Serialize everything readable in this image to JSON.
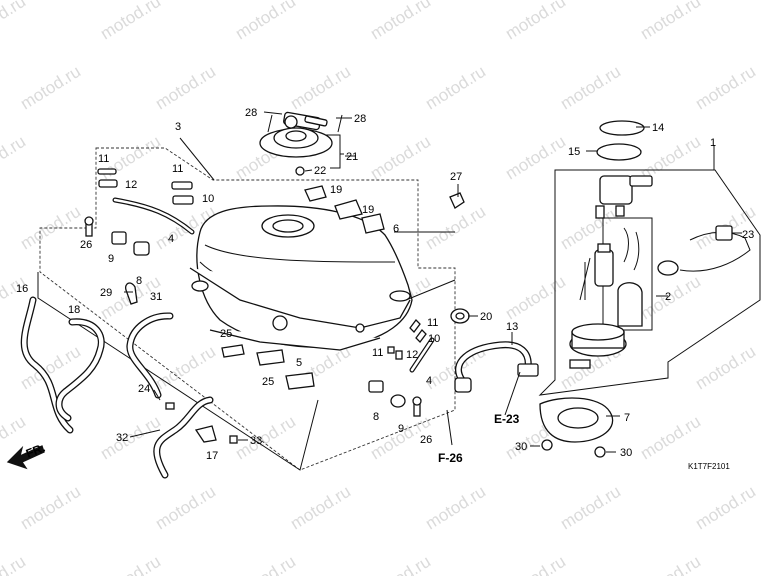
{
  "watermark": "motod.ru",
  "diagram_code": "K1T7F2101",
  "direction_label": "FR.",
  "refs": [
    {
      "id": "ref-e23",
      "text": "E-23"
    },
    {
      "id": "ref-f26",
      "text": "F-26"
    }
  ],
  "callouts": [
    {
      "id": "1",
      "text": "1"
    },
    {
      "id": "2",
      "text": "2"
    },
    {
      "id": "3",
      "text": "3"
    },
    {
      "id": "4a",
      "text": "4"
    },
    {
      "id": "4b",
      "text": "4"
    },
    {
      "id": "5",
      "text": "5"
    },
    {
      "id": "6",
      "text": "6"
    },
    {
      "id": "7",
      "text": "7"
    },
    {
      "id": "8a",
      "text": "8"
    },
    {
      "id": "8b",
      "text": "8"
    },
    {
      "id": "9a",
      "text": "9"
    },
    {
      "id": "9b",
      "text": "9"
    },
    {
      "id": "10a",
      "text": "10"
    },
    {
      "id": "10b",
      "text": "10"
    },
    {
      "id": "11a",
      "text": "11"
    },
    {
      "id": "11b",
      "text": "11"
    },
    {
      "id": "11c",
      "text": "11"
    },
    {
      "id": "11d",
      "text": "11"
    },
    {
      "id": "12a",
      "text": "12"
    },
    {
      "id": "12b",
      "text": "12"
    },
    {
      "id": "13",
      "text": "13"
    },
    {
      "id": "14",
      "text": "14"
    },
    {
      "id": "15",
      "text": "15"
    },
    {
      "id": "16",
      "text": "16"
    },
    {
      "id": "17",
      "text": "17"
    },
    {
      "id": "18",
      "text": "18"
    },
    {
      "id": "19a",
      "text": "19"
    },
    {
      "id": "19b",
      "text": "19"
    },
    {
      "id": "20",
      "text": "20"
    },
    {
      "id": "21",
      "text": "21"
    },
    {
      "id": "22",
      "text": "22"
    },
    {
      "id": "23",
      "text": "23"
    },
    {
      "id": "24",
      "text": "24"
    },
    {
      "id": "25a",
      "text": "25"
    },
    {
      "id": "25b",
      "text": "25"
    },
    {
      "id": "26a",
      "text": "26"
    },
    {
      "id": "26b",
      "text": "26"
    },
    {
      "id": "27",
      "text": "27"
    },
    {
      "id": "28a",
      "text": "28"
    },
    {
      "id": "28b",
      "text": "28"
    },
    {
      "id": "29",
      "text": "29"
    },
    {
      "id": "30a",
      "text": "30"
    },
    {
      "id": "30b",
      "text": "30"
    },
    {
      "id": "31",
      "text": "31"
    },
    {
      "id": "32",
      "text": "32"
    },
    {
      "id": "33",
      "text": "33"
    }
  ]
}
